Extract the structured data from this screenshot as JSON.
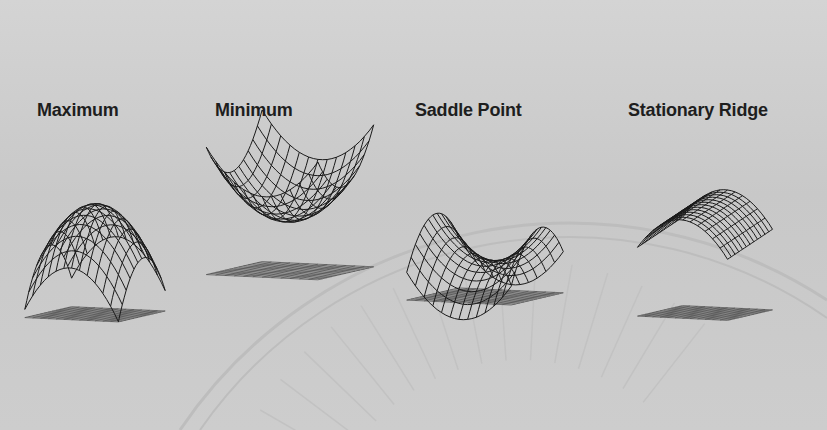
{
  "diagram": {
    "labels": [
      "Maximum",
      "Minimum",
      "Saddle Point",
      "Stationary Ridge"
    ]
  }
}
